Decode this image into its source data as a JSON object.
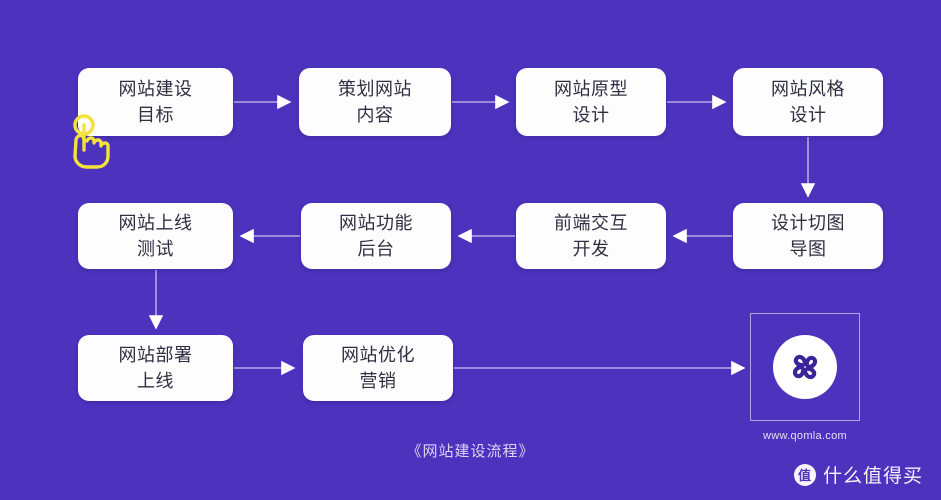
{
  "diagram": {
    "title_caption": "《网站建设流程》",
    "background_color": "#4c32bd",
    "node_fill": "#fdfdfd",
    "node_text_color": "#2f2f42",
    "connector_color": "#b5a8e8",
    "cursor_color": "#f5e13c",
    "nodes": [
      {
        "id": "n1",
        "line1": "网站建设",
        "line2": "目标",
        "row": 1
      },
      {
        "id": "n2",
        "line1": "策划网站",
        "line2": "内容",
        "row": 1
      },
      {
        "id": "n3",
        "line1": "网站原型",
        "line2": "设计",
        "row": 1
      },
      {
        "id": "n4",
        "line1": "网站风格",
        "line2": "设计",
        "row": 1
      },
      {
        "id": "n5",
        "line1": "设计切图",
        "line2": "导图",
        "row": 2
      },
      {
        "id": "n6",
        "line1": "前端交互",
        "line2": "开发",
        "row": 2
      },
      {
        "id": "n7",
        "line1": "网站功能",
        "line2": "后台",
        "row": 2
      },
      {
        "id": "n8",
        "line1": "网站上线",
        "line2": "测试",
        "row": 2
      },
      {
        "id": "n9",
        "line1": "网站部署",
        "line2": "上线",
        "row": 3
      },
      {
        "id": "n10",
        "line1": "网站优化",
        "line2": "营销",
        "row": 3
      }
    ],
    "flow_order": [
      "网站建设目标",
      "策划网站内容",
      "网站原型设计",
      "网站风格设计",
      "设计切图导图",
      "前端交互开发",
      "网站功能后台",
      "网站上线测试",
      "网站部署上线",
      "网站优化营销"
    ]
  },
  "logo": {
    "url_text": "www.qomla.com",
    "mark_name": "qomla-clover-logo"
  },
  "watermark": {
    "badge_text": "值",
    "label": "什么值得买"
  }
}
